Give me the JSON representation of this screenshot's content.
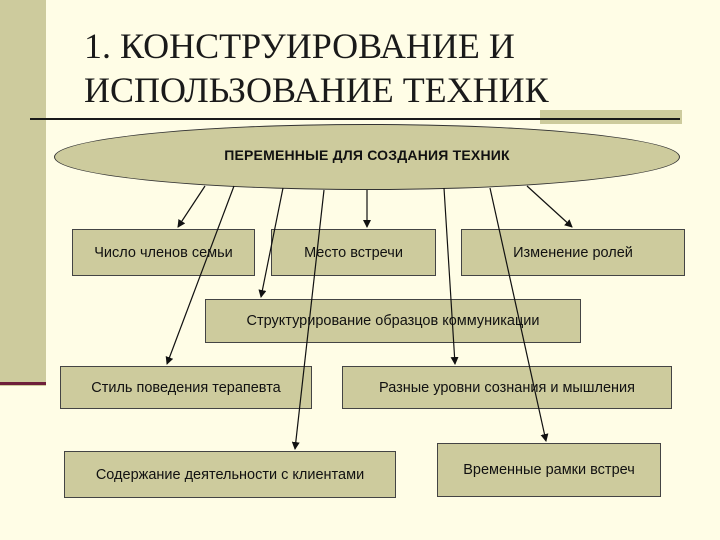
{
  "title": {
    "line1": "1. КОНСТРУИРОВАНИЕ И",
    "line2": "ИСПОЛЬЗОВАНИЕ ТЕХНИК"
  },
  "diagram": {
    "center": "ПЕРЕМЕННЫЕ ДЛЯ СОЗДАНИЯ ТЕХНИК",
    "nodes": {
      "family_members": "Число членов семьи",
      "meeting_place": "Место встречи",
      "role_change": "Изменение ролей",
      "communication_patterns": "Структурирование образцов коммуникации",
      "therapist_style": "Стиль поведения терапевта",
      "consciousness_levels": "Разные уровни сознания и мышления",
      "client_activity": "Содержание деятельности с клиентами",
      "time_frames": "Временные рамки встреч"
    }
  },
  "colors": {
    "background": "#fffde6",
    "box_fill": "#cdcb9d",
    "accent": "#6e1f3a"
  }
}
